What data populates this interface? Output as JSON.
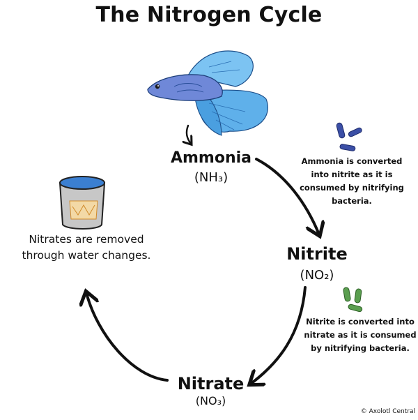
{
  "title": "The Nitrogen Cycle",
  "nodes": {
    "ammonia": {
      "name": "Ammonia",
      "formula": "(NH₃)"
    },
    "nitrite": {
      "name": "Nitrite",
      "formula": "(NO₂)"
    },
    "nitrate": {
      "name": "Nitrate",
      "formula": "(NO₃)"
    }
  },
  "notes": {
    "ammonia_to_nitrite": "Ammonia is converted into nitrite as it is consumed by nitrifying bacteria.",
    "nitrite_to_nitrate": "Nitrite is converted into nitrate as it is consumed by nitrifying bacteria.",
    "nitrate_removal": "Nitrates are removed through water changes."
  },
  "credit": "© Axolotl Central",
  "colors": {
    "fish": "#5fb0ea",
    "fish_dark": "#2f6fb4",
    "bacteria_blue": "#3b4fa6",
    "bacteria_green": "#4f8f45",
    "bucket": "#c7c7c7",
    "water": "#3b7fd1",
    "arrows": "#111111"
  }
}
